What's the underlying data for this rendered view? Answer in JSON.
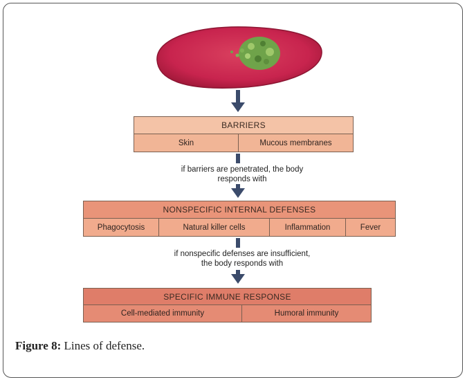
{
  "colors": {
    "cell_light": "#f4c3a7",
    "cell_mid": "#e99479",
    "cell_deep": "#df7d69",
    "header_border": "#7a5f50",
    "arrow": "#3b4b6b",
    "cell_body": "#c8244e",
    "nucleus": "#6fa34a"
  },
  "diagram": {
    "blocks": [
      {
        "title": "BARRIERS",
        "items": [
          "Skin",
          "Mucous membranes"
        ]
      },
      {
        "title": "NONSPECIFIC INTERNAL DEFENSES",
        "items": [
          "Phagocytosis",
          "Natural killer cells",
          "Inflammation",
          "Fever"
        ]
      },
      {
        "title": "SPECIFIC IMMUNE RESPONSE",
        "items": [
          "Cell-mediated immunity",
          "Humoral immunity"
        ]
      }
    ],
    "notes": [
      {
        "line1": "if barriers are penetrated, the body",
        "line2": "responds with"
      },
      {
        "line1": "if nonspecific defenses are insufficient,",
        "line2": "the body responds with"
      }
    ]
  },
  "caption": {
    "label": "Figure 8:",
    "text": " Lines of defense."
  }
}
